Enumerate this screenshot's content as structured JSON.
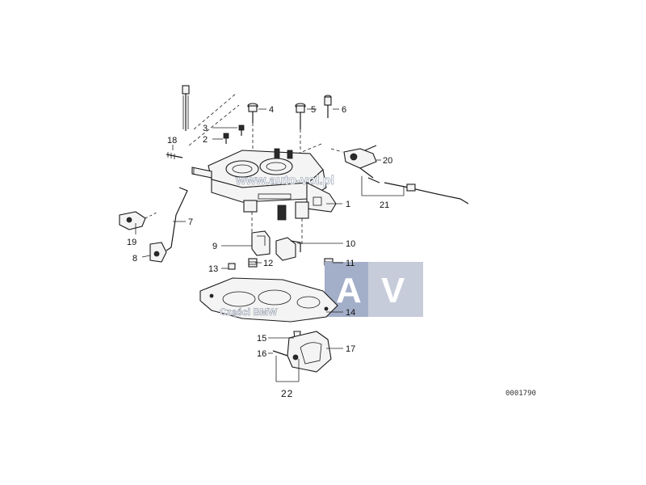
{
  "callouts": [
    "1",
    "2",
    "3",
    "4",
    "5",
    "6",
    "7",
    "8",
    "9",
    "10",
    "11",
    "12",
    "13",
    "14",
    "15",
    "16",
    "17",
    "18",
    "19",
    "20",
    "21",
    "22"
  ],
  "drawing_code": "0001790",
  "watermark": {
    "site": "www.auto-vol.pl",
    "caption": "Części BMW",
    "logo_left": "A",
    "logo_right": "V",
    "logo_colors": {
      "left": "#a3aec8",
      "right": "#c6ccd9"
    }
  }
}
